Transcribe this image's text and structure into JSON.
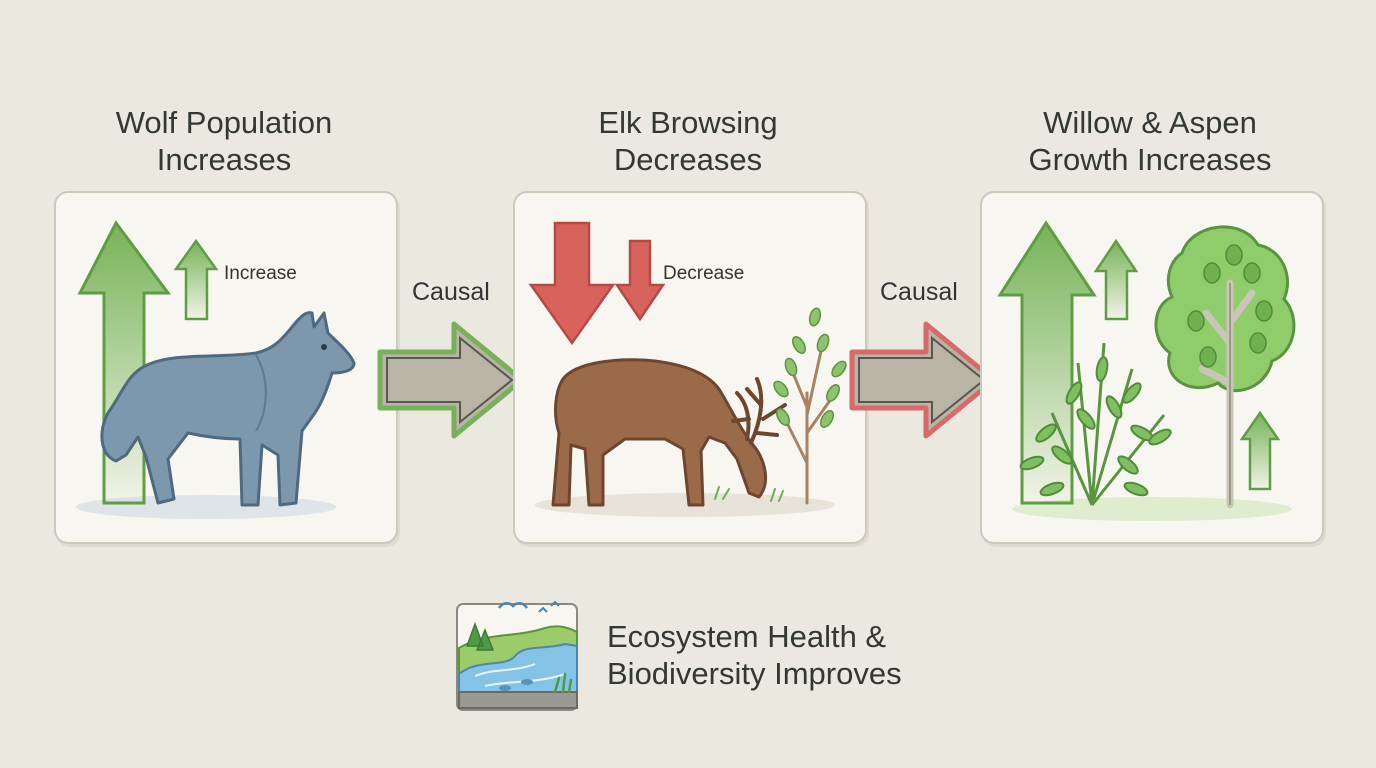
{
  "stages": [
    {
      "title_line1": "Wolf Population",
      "title_line2": "Increases",
      "tag": "Increase",
      "icon": "wolf-icon"
    },
    {
      "title_line1": "Elk Browsing",
      "title_line2": "Decreases",
      "tag": "Decrease",
      "icon": "elk-icon"
    },
    {
      "title_line1": "Willow & Aspen",
      "title_line2": "Growth Increases",
      "icon": "tree-icon"
    }
  ],
  "connectors": [
    {
      "label": "Causal",
      "color": "#77b25a"
    },
    {
      "label": "Causal",
      "color": "#d9696a"
    }
  ],
  "outcome": {
    "line1": "Ecosystem Health &",
    "line2": "Biodiversity Improves",
    "icon": "ecosystem-icon"
  },
  "colors": {
    "increase": "#6fb04f",
    "decrease": "#d8625c",
    "arrow_fill": "#b9b4a6"
  }
}
